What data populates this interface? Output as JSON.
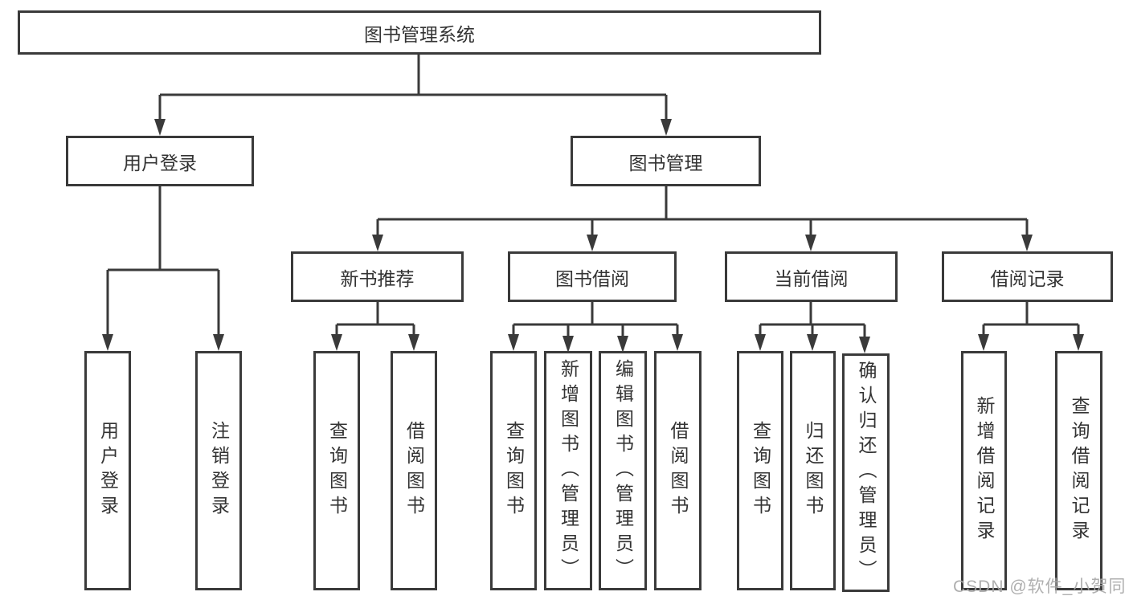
{
  "colors": {
    "line": "#3a3a3a",
    "text": "#333333",
    "watermark": "#a8a8a8",
    "background": "#ffffff"
  },
  "watermark": {
    "text": "CSDN @软件_小贺同学"
  },
  "tree": {
    "root": {
      "label": "图书管理系统"
    },
    "branches": [
      {
        "label": "用户登录",
        "children": [
          {
            "label": "用户登录"
          },
          {
            "label": "注销登录"
          }
        ]
      },
      {
        "label": "图书管理",
        "groups": [
          {
            "label": "新书推荐",
            "children": [
              {
                "label": "查询图书"
              },
              {
                "label": "借阅图书"
              }
            ]
          },
          {
            "label": "图书借阅",
            "children": [
              {
                "label": "查询图书"
              },
              {
                "label": "新增图书（管理员）"
              },
              {
                "label": "编辑图书（管理员）"
              },
              {
                "label": "借阅图书"
              }
            ]
          },
          {
            "label": "当前借阅",
            "children": [
              {
                "label": "查询图书"
              },
              {
                "label": "归还图书"
              },
              {
                "label": "确认归还（管理员）"
              }
            ]
          },
          {
            "label": "借阅记录",
            "children": [
              {
                "label": "新增借阅记录"
              },
              {
                "label": "查询借阅记录"
              }
            ]
          }
        ]
      }
    ]
  }
}
